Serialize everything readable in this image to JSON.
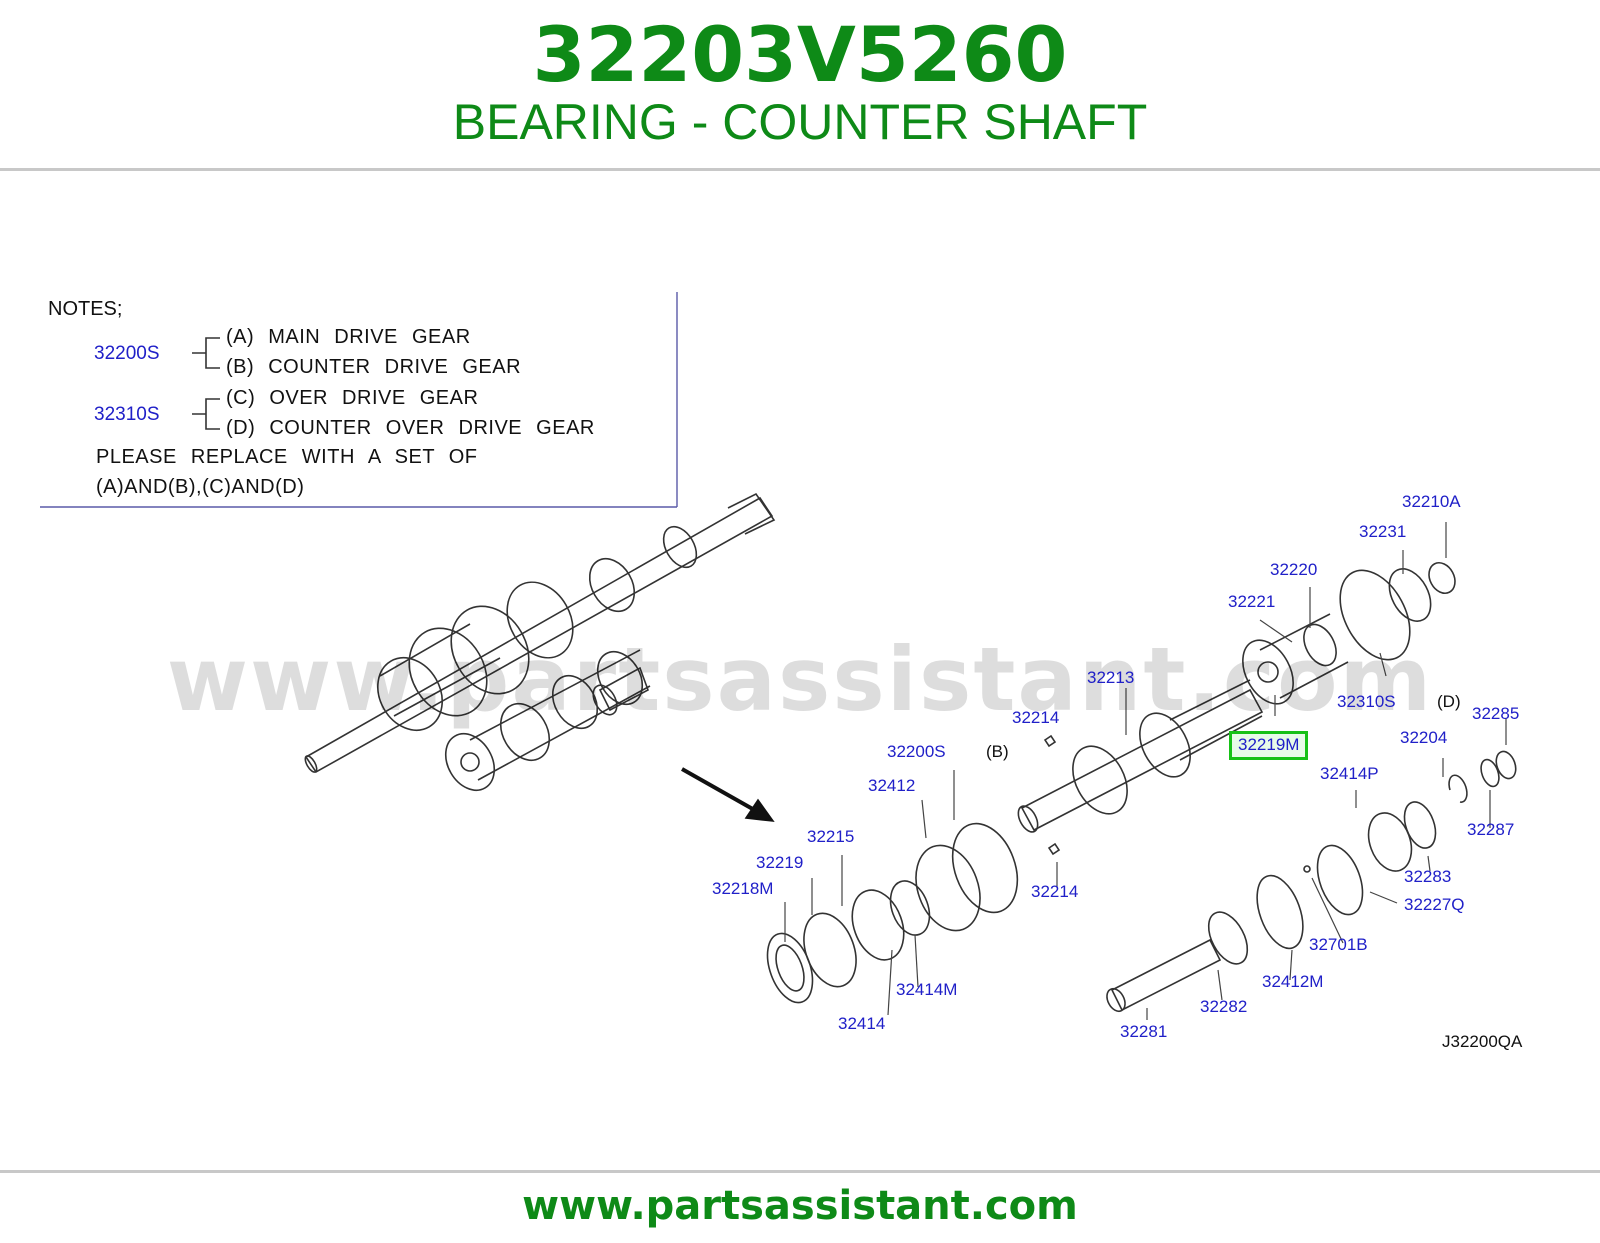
{
  "header": {
    "part_number": "32203V5260",
    "part_name": "BEARING - COUNTER SHAFT"
  },
  "footer": {
    "site": "www.partsassistant.com"
  },
  "watermark": "www.partsassistant.com",
  "diagram_code": "J32200QA",
  "notes": {
    "title": "NOTES;",
    "groups": [
      {
        "ref": "32200S",
        "lines": [
          "(A) MAIN DRIVE GEAR",
          "(B) COUNTER DRIVE GEAR"
        ]
      },
      {
        "ref": "32310S",
        "lines": [
          "(C) OVER DRIVE GEAR",
          "(D) COUNTER OVER DRIVE GEAR"
        ]
      }
    ],
    "footer_lines": [
      "PLEASE REPLACE WITH A SET OF",
      "(A)AND(B),(C)AND(D)"
    ]
  },
  "highlighted_part": "32219M",
  "labels": {
    "p32210A": "32210A",
    "p32231": "32231",
    "p32220": "32220",
    "p32221": "32221",
    "p32213": "32213",
    "p32310S": "32310S",
    "mD": "(D)",
    "p32285": "32285",
    "p32214a": "32214",
    "p32219M": "32219M",
    "p32204": "32204",
    "p32200S": "32200S",
    "mB": "(B)",
    "p32414P": "32414P",
    "p32412": "32412",
    "p32287": "32287",
    "p32215": "32215",
    "p32219": "32219",
    "p32218M": "32218M",
    "p32214b": "32214",
    "p32283": "32283",
    "p32227Q": "32227Q",
    "p32701B": "32701B",
    "p32414M": "32414M",
    "p32412M": "32412M",
    "p32414": "32414",
    "p32282": "32282",
    "p32281": "32281"
  }
}
